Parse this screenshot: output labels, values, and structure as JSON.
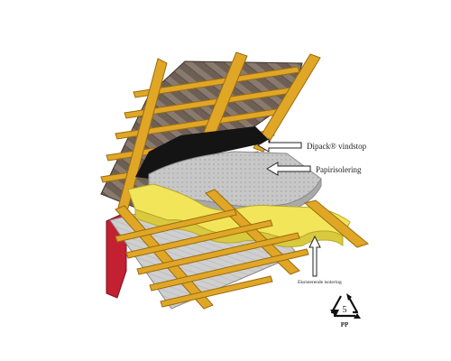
{
  "labels": {
    "windstop": "Dipack® vindstop",
    "paper": "Papirisolering",
    "existing": "Eksisterende isolering"
  },
  "recycle": {
    "number": "5",
    "code": "PP"
  },
  "colors": {
    "timber": "#e0a626",
    "timber_dark": "#9a6b10",
    "roof_tiles": "#6e5f55",
    "windstop": "#141414",
    "paper_insulation": "#bdbdbd",
    "existing_insulation": "#f2e55a",
    "wall_red": "#c32032",
    "ceiling": "#c9c9c9"
  }
}
